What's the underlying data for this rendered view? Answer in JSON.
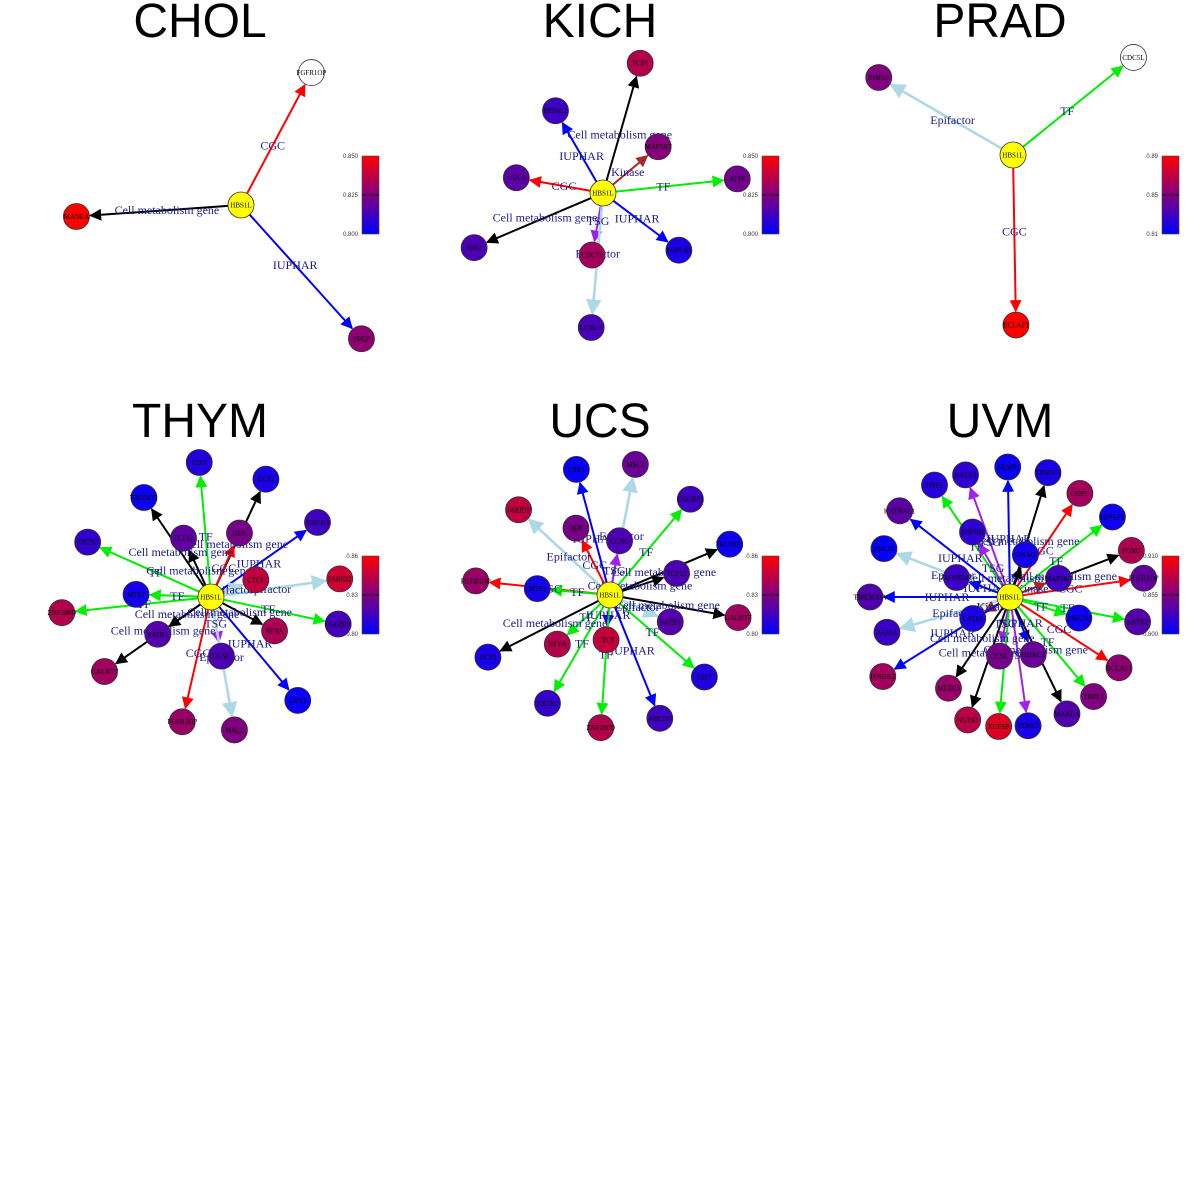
{
  "hub_gene": "HBS1L",
  "hub_color": "#ffff00",
  "edge_colors": {
    "CGC": "#ff0000",
    "IUPHAR": "#0000ff",
    "Cell metabolism gene": "#000000",
    "TF": "#00ee00",
    "Epifactor": "#add8e6",
    "Kinase": "#a52a2a",
    "TSG": "#a020f0"
  },
  "colorscale": {
    "low": "#0000ff",
    "mid": "#800080",
    "high": "#ff0000",
    "na": "#ffffff"
  },
  "panels": [
    {
      "id": "chol",
      "title": "CHOL",
      "colorbar": {
        "min": 0.8,
        "mid": 0.825,
        "max": 0.85,
        "ticks": [
          "0.850",
          "0.825",
          "0.800"
        ]
      },
      "nodes": [
        {
          "gene": "FGFR1OP",
          "edge": "CGC",
          "value": null,
          "angle": -62,
          "dist": 150
        },
        {
          "gene": "MANEA",
          "edge": "Cell metabolism gene",
          "value": 0.85,
          "angle": 176,
          "dist": 165
        },
        {
          "gene": "PREP",
          "edge": "IUPHAR",
          "value": 0.828,
          "angle": 48,
          "dist": 180
        }
      ]
    },
    {
      "id": "kich",
      "title": "KICH",
      "colorbar": {
        "min": 0.8,
        "mid": 0.825,
        "max": 0.85,
        "ticks": [
          "0.850",
          "0.825",
          "0.800"
        ]
      },
      "nodes": [
        {
          "gene": "TCP1",
          "edge": "Cell metabolism gene",
          "value": 0.835,
          "angle": -74,
          "dist": 135
        },
        {
          "gene": "HDAC2",
          "edge": "IUPHAR",
          "value": 0.812,
          "angle": -120,
          "dist": 95
        },
        {
          "gene": "MAP3K7",
          "edge": "Kinase",
          "value": 0.826,
          "angle": -40,
          "dist": 72
        },
        {
          "gene": "CUL3",
          "edge": "CGC",
          "value": 0.818,
          "angle": -170,
          "dist": 88
        },
        {
          "gene": "ATF6",
          "edge": "TF",
          "value": 0.822,
          "angle": -6,
          "dist": 135
        },
        {
          "gene": "SSR1",
          "edge": "Cell metabolism gene",
          "value": 0.815,
          "angle": 157,
          "dist": 140
        },
        {
          "gene": "CDC73",
          "edge": "TSG",
          "value": 0.832,
          "angle": 100,
          "dist": 63
        },
        {
          "gene": "PRPF4B",
          "edge": "IUPHAR",
          "value": 0.805,
          "angle": 37,
          "dist": 95
        },
        {
          "gene": "UCHL5",
          "edge": "Epifactor",
          "value": 0.814,
          "angle": 95,
          "dist": 135
        }
      ],
      "edge_labels": [
        "IUPHAR",
        "Cell metabolism gene",
        "Epifactor",
        "CGC",
        "Epifactor",
        "Epifactor",
        "IUPHAR",
        "Kinase",
        "TF",
        "Cell metabolism gene",
        "TSG",
        "CGC",
        "Epifactor",
        "Epifactor",
        "IUPHAR",
        "Kinase"
      ]
    },
    {
      "id": "prad",
      "title": "PRAD",
      "colorbar": {
        "min": 0.81,
        "mid": 0.85,
        "max": 0.89,
        "ticks": [
          "0.89",
          "0.85",
          "0.81"
        ]
      },
      "nodes": [
        {
          "gene": "PHF10",
          "edge": "Epifactor",
          "value": 0.85,
          "angle": -150,
          "dist": 155
        },
        {
          "gene": "CDC5L",
          "edge": "TF",
          "value": null,
          "angle": -39,
          "dist": 155
        },
        {
          "gene": "BCLAF1",
          "edge": "CGC",
          "value": 0.89,
          "angle": 89,
          "dist": 170
        }
      ]
    },
    {
      "id": "thym",
      "title": "THYM",
      "colorbar": {
        "min": 0.8,
        "mid": 0.83,
        "max": 0.86,
        "ticks": [
          "0.86",
          "0.83",
          "0.80"
        ]
      },
      "nodes": [
        {
          "gene": "E2F7",
          "edge": "TF",
          "value": 0.808,
          "angle": -95,
          "dist": 135
        },
        {
          "gene": "DCP2",
          "edge": "Cell metabolism gene",
          "value": 0.806,
          "angle": -65,
          "dist": 130
        },
        {
          "gene": "TRDMT1",
          "edge": "Cell metabolism gene",
          "value": 0.803,
          "angle": -124,
          "dist": 120
        },
        {
          "gene": "TCF12",
          "edge": "Cell metabolism gene",
          "value": 0.822,
          "angle": -115,
          "dist": 65
        },
        {
          "gene": "DEK",
          "edge": "CGC",
          "value": 0.828,
          "angle": -66,
          "dist": 70
        },
        {
          "gene": "ABCD3",
          "edge": "IUPHAR",
          "value": 0.815,
          "angle": -35,
          "dist": 130
        },
        {
          "gene": "ZBTB2",
          "edge": "TF",
          "value": 0.812,
          "angle": -156,
          "dist": 135
        },
        {
          "gene": "CTCF",
          "edge": "Epifactor",
          "value": 0.845,
          "angle": -21,
          "dist": 48
        },
        {
          "gene": "JARID2",
          "edge": "Epifactor",
          "value": 0.848,
          "angle": -8,
          "dist": 130
        },
        {
          "gene": "MTF2",
          "edge": "TF",
          "value": 0.805,
          "angle": -178,
          "dist": 75
        },
        {
          "gene": "ZNF280D",
          "edge": "TF",
          "value": 0.842,
          "angle": 174,
          "dist": 150
        },
        {
          "gene": "CGGBP1",
          "edge": "TF",
          "value": 0.816,
          "angle": 12,
          "dist": 130
        },
        {
          "gene": "NFYA",
          "edge": "Cell metabolism gene",
          "value": 0.84,
          "angle": 28,
          "dist": 72
        },
        {
          "gene": "SATB1",
          "edge": "Cell metabolism gene",
          "value": 0.82,
          "angle": 145,
          "dist": 65
        },
        {
          "gene": "CCNC",
          "edge": "TSG",
          "value": 0.818,
          "angle": 80,
          "dist": 60
        },
        {
          "gene": "GALNT7",
          "edge": "Cell metabolism gene",
          "value": 0.838,
          "angle": 145,
          "dist": 130
        },
        {
          "gene": "FGFR1OP",
          "edge": "CGC",
          "value": 0.836,
          "angle": 103,
          "dist": 128
        },
        {
          "gene": "MSL2",
          "edge": "Epifactor",
          "value": 0.83,
          "angle": 80,
          "dist": 135
        },
        {
          "gene": "CRY1",
          "edge": "IUPHAR",
          "value": 0.802,
          "angle": 50,
          "dist": 135
        }
      ],
      "edge_labels": [
        "TF",
        "Cell metabolism gene",
        "Cell metabolism gene",
        "CGC",
        "TF",
        "TF",
        "Epifactor",
        "IUPHAR",
        "Epifactor",
        "TF",
        "Cell metabolism gene",
        "TF",
        "Cell metabolism gene",
        "TSG",
        "Epifactor",
        "IUPHAR",
        "CGC",
        "TF"
      ]
    },
    {
      "id": "ucs",
      "title": "UCS",
      "colorbar": {
        "min": 0.8,
        "mid": 0.83,
        "max": 0.86,
        "ticks": [
          "0.86",
          "0.83",
          "0.80"
        ]
      },
      "nodes": [
        {
          "gene": "CRY1",
          "edge": "IUPHAR",
          "value": 0.802,
          "angle": -105,
          "dist": 130
        },
        {
          "gene": "MSL2",
          "edge": "Epifactor",
          "value": 0.825,
          "angle": -79,
          "dist": 133
        },
        {
          "gene": "CGGBP1",
          "edge": "TF",
          "value": 0.815,
          "angle": -50,
          "dist": 125
        },
        {
          "gene": "JARID2",
          "edge": "Epifactor",
          "value": 0.845,
          "angle": -137,
          "dist": 125
        },
        {
          "gene": "DEK",
          "edge": "CGC",
          "value": 0.828,
          "angle": -117,
          "dist": 75
        },
        {
          "gene": "CCNC",
          "edge": "TSG",
          "value": 0.818,
          "angle": -80,
          "dist": 55
        },
        {
          "gene": "TRDMT1",
          "edge": "Cell metabolism gene",
          "value": 0.803,
          "angle": -23,
          "dist": 130
        },
        {
          "gene": "TCF12",
          "edge": "Cell metabolism gene",
          "value": 0.818,
          "angle": -18,
          "dist": 70
        },
        {
          "gene": "FGFR1OP",
          "edge": "CGC",
          "value": 0.836,
          "angle": -174,
          "dist": 135
        },
        {
          "gene": "MTF2",
          "edge": "TF",
          "value": 0.805,
          "angle": -175,
          "dist": 73
        },
        {
          "gene": "GALNT7",
          "edge": "Cell metabolism gene",
          "value": 0.838,
          "angle": 10,
          "dist": 130
        },
        {
          "gene": "DCP2",
          "edge": "Cell metabolism gene",
          "value": 0.806,
          "angle": 153,
          "dist": 137
        },
        {
          "gene": "NFYA",
          "edge": "TF",
          "value": 0.842,
          "angle": 137,
          "dist": 72
        },
        {
          "gene": "CTCF",
          "edge": "IUPHAR",
          "value": 0.846,
          "angle": 95,
          "dist": 45
        },
        {
          "gene": "SATB1",
          "edge": "Epifactor",
          "value": 0.82,
          "angle": 24,
          "dist": 66
        },
        {
          "gene": "ZBTB2",
          "edge": "TF",
          "value": 0.812,
          "angle": 120,
          "dist": 125
        },
        {
          "gene": "ZNF280D",
          "edge": "TF",
          "value": 0.842,
          "angle": 94,
          "dist": 133
        },
        {
          "gene": "ABCD3",
          "edge": "IUPHAR",
          "value": 0.815,
          "angle": 68,
          "dist": 133
        },
        {
          "gene": "E2F7",
          "edge": "TF",
          "value": 0.808,
          "angle": 41,
          "dist": 125
        }
      ],
      "edge_labels": [
        "IUPHAR",
        "Epifactor",
        "Epifactor",
        "Cell metabolism gene",
        "TF",
        "CGC",
        "Cell metabolism gene",
        "TF",
        "TF",
        "Epifactor",
        "Cell metabolism gene",
        "Cell metabolism gene",
        "Cell metabolism gene",
        "Epifactor",
        "TF",
        "TF",
        "Epifactor",
        "IUPHAR",
        "TF"
      ]
    },
    {
      "id": "uvm",
      "title": "UVM",
      "colorbar": {
        "min": 0.8,
        "mid": 0.855,
        "max": 0.91,
        "ticks": [
          "0.910",
          "0.855",
          "0.800"
        ]
      },
      "nodes": [
        {
          "gene": "HACE1",
          "edge": "TSG",
          "value": 0.82,
          "angle": -110,
          "dist": 130
        },
        {
          "gene": "SENP6",
          "edge": "IUPHAR",
          "value": 0.805,
          "angle": -91,
          "dist": 130
        },
        {
          "gene": "TRMT11",
          "edge": "Cell metabolism gene",
          "value": 0.812,
          "angle": -73,
          "dist": 130
        },
        {
          "gene": "HSF2",
          "edge": "TF",
          "value": 0.815,
          "angle": -124,
          "dist": 135
        },
        {
          "gene": "GOPC",
          "edge": "CGC",
          "value": 0.87,
          "angle": -56,
          "dist": 125
        },
        {
          "gene": "HIVEP1",
          "edge": "TF",
          "value": 0.806,
          "angle": -38,
          "dist": 130
        },
        {
          "gene": "KATNAL1",
          "edge": "IUPHAR",
          "value": 0.84,
          "angle": -142,
          "dist": 140
        },
        {
          "gene": "SHPRH",
          "edge": "TSG",
          "value": 0.82,
          "angle": -120,
          "dist": 75
        },
        {
          "gene": "GNAQ",
          "edge": "Cell metabolism gene",
          "value": 0.808,
          "angle": -70,
          "dist": 45
        },
        {
          "gene": "PGM3",
          "edge": "Cell metabolism gene",
          "value": 0.875,
          "angle": -21,
          "dist": 130
        },
        {
          "gene": "PHF10",
          "edge": "Epifactor",
          "value": 0.802,
          "angle": -159,
          "dist": 135
        },
        {
          "gene": "ZMYND11",
          "edge": "IUPHAR",
          "value": 0.825,
          "angle": -160,
          "dist": 57
        },
        {
          "gene": "MAP3K7",
          "edge": "Kinase",
          "value": 0.828,
          "angle": -21,
          "dist": 52
        },
        {
          "gene": "FGFR1OP",
          "edge": "CGC",
          "value": 0.842,
          "angle": -8,
          "dist": 135
        },
        {
          "gene": "TMEM30A",
          "edge": "IUPHAR",
          "value": 0.835,
          "angle": 180,
          "dist": 140
        },
        {
          "gene": "ZNF292",
          "edge": "TF",
          "value": 0.806,
          "angle": 17,
          "dist": 72
        },
        {
          "gene": "ZBTB2",
          "edge": "TF",
          "value": 0.836,
          "angle": 11,
          "dist": 130
        },
        {
          "gene": "ASF1A",
          "edge": "Epifactor",
          "value": 0.825,
          "angle": 164,
          "dist": 128
        },
        {
          "gene": "LATS1",
          "edge": "Kinase",
          "value": 0.812,
          "angle": 150,
          "dist": 43
        },
        {
          "gene": "IFNGR1",
          "edge": "IUPHAR",
          "value": 0.87,
          "angle": 148,
          "dist": 150
        },
        {
          "gene": "MED23",
          "edge": "Cell metabolism gene",
          "value": 0.865,
          "angle": 124,
          "dist": 110
        },
        {
          "gene": "CCNC",
          "edge": "TSG",
          "value": 0.85,
          "angle": 100,
          "dist": 60
        },
        {
          "gene": "HDAC2",
          "edge": "IUPHAR",
          "value": 0.845,
          "angle": 68,
          "dist": 62
        },
        {
          "gene": "BCLAF1",
          "edge": "CGC",
          "value": 0.86,
          "angle": 33,
          "dist": 130
        },
        {
          "gene": "NUP43",
          "edge": "Cell metabolism gene",
          "value": 0.88,
          "angle": 109,
          "dist": 130
        },
        {
          "gene": "ZUFSP",
          "edge": "TF",
          "value": 0.895,
          "angle": 95,
          "dist": 130
        },
        {
          "gene": "PDSS2",
          "edge": "TSG",
          "value": 0.81,
          "angle": 82,
          "dist": 130
        },
        {
          "gene": "MANEA",
          "edge": "Cell metabolism gene",
          "value": 0.835,
          "angle": 64,
          "dist": 130
        },
        {
          "gene": "TBPL1",
          "edge": "TF",
          "value": 0.855,
          "angle": 50,
          "dist": 130
        }
      ],
      "edge_labels": [
        "Cell metabolism gene",
        "Epifactor",
        "IUPHAR",
        "IUPHAR",
        "Cell metabolism gene",
        "CGC",
        "TSG",
        "TF",
        "CGC",
        "Epifactor",
        "IUPHAR",
        "Cell metabolism gene",
        "Cell metabolism gene",
        "TSG",
        "IUPHAR"
      ]
    }
  ]
}
